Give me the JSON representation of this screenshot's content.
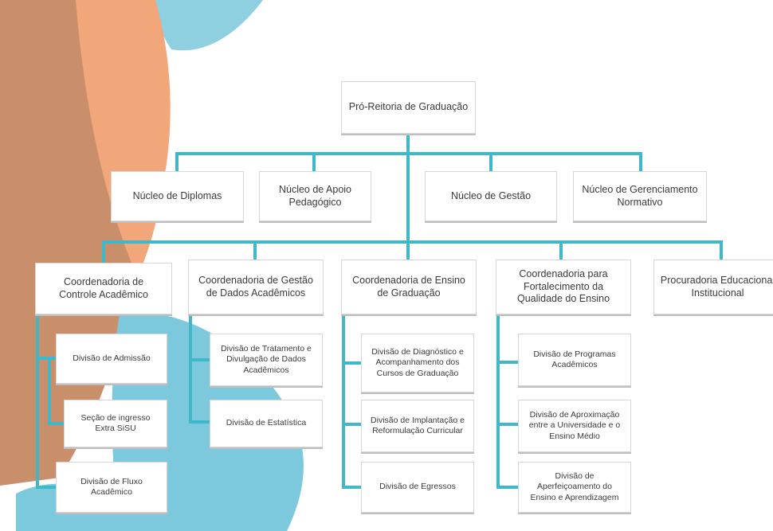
{
  "colors": {
    "connector": "#3fb8c9",
    "shape_orange": "#f2a77a",
    "shape_brown": "#c98f6b",
    "shape_blue": "#7cc9dd"
  },
  "org": {
    "root": "Pró-Reitoria de Graduação",
    "nucleos": [
      "Núcleo de Diplomas",
      "Núcleo de Apoio Pedagógico",
      "Núcleo de Gestão",
      "Núcleo de Gerenciamento Normativo"
    ],
    "coordenadorias": [
      "Coordenadoria de Controle Acadêmico",
      "Coordenadoria de Gestão de Dados Acadêmicos",
      "Coordenadoria de Ensino de Graduação",
      "Coordenadoria para Fortalecimento da Qualidade do Ensino",
      "Procuradoria Educacional Institucional"
    ],
    "controle": [
      "Divisão de Admissão",
      "Seção de ingresso Extra SiSU",
      "Divisão de Fluxo Acadêmico"
    ],
    "dados": [
      "Divisão de Tratamento e Divulgação de Dados Acadêmicos",
      "Divisão de Estatística"
    ],
    "ensino": [
      "Divisão de Diagnóstico e Acompanhamento dos Cursos de Graduação",
      "Divisão de Implantação e Reformulação Curricular",
      "Divisão de Egressos"
    ],
    "qualidade": [
      "Divisão de Programas Acadêmicos",
      "Divisão de Aproximação entre a Universidade e o Ensino Médio",
      "Divisão de Aperfeiçoamento do Ensino e Aprendizagem"
    ]
  }
}
